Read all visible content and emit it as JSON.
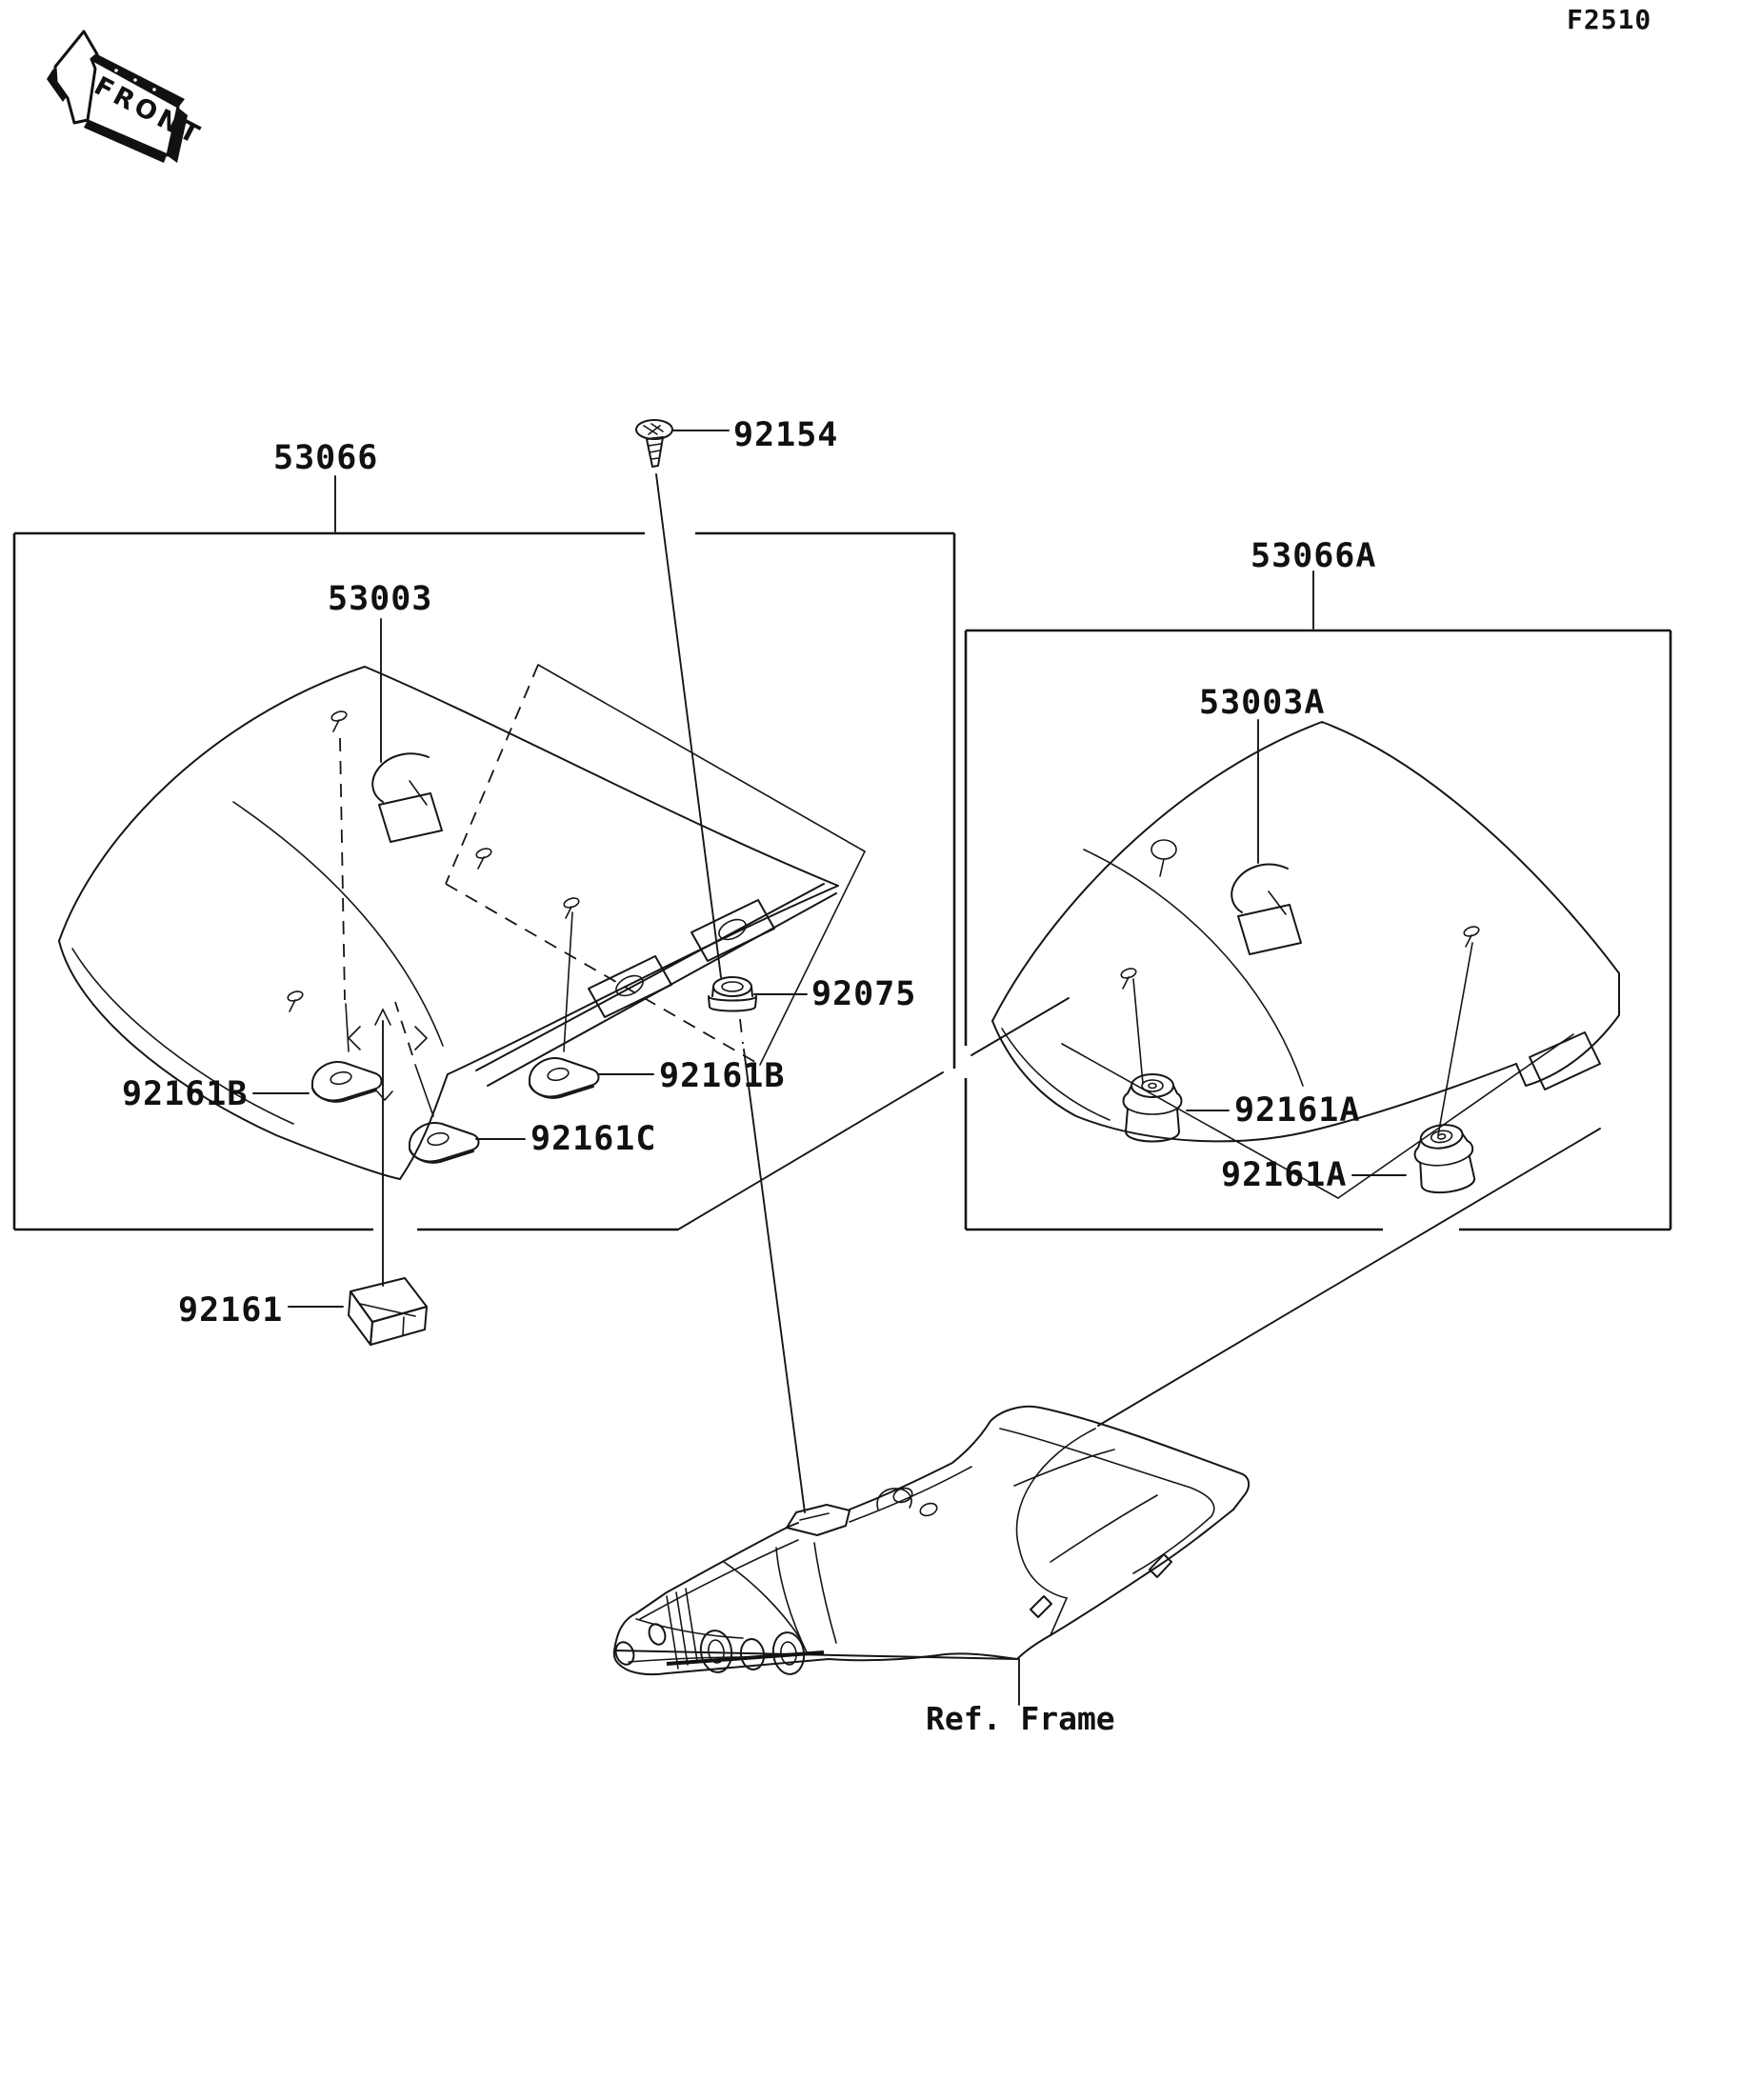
{
  "diagram": {
    "code": "F2510",
    "orientation": {
      "label": "FRONT"
    },
    "assemblies": {
      "left": {
        "part_no": "53066",
        "cover_part_no": "53003",
        "dampers": {
          "left": "92161B",
          "right": "92161B",
          "center": "92161C"
        }
      },
      "right": {
        "part_no": "53066A",
        "cover_part_no": "53003A",
        "dampers": {
          "upper": "92161A",
          "lower": "92161A"
        }
      }
    },
    "parts": {
      "screw": "92154",
      "grommet": "92075",
      "pad": "92161"
    },
    "reference": {
      "frame_label": "Ref. Frame"
    }
  }
}
